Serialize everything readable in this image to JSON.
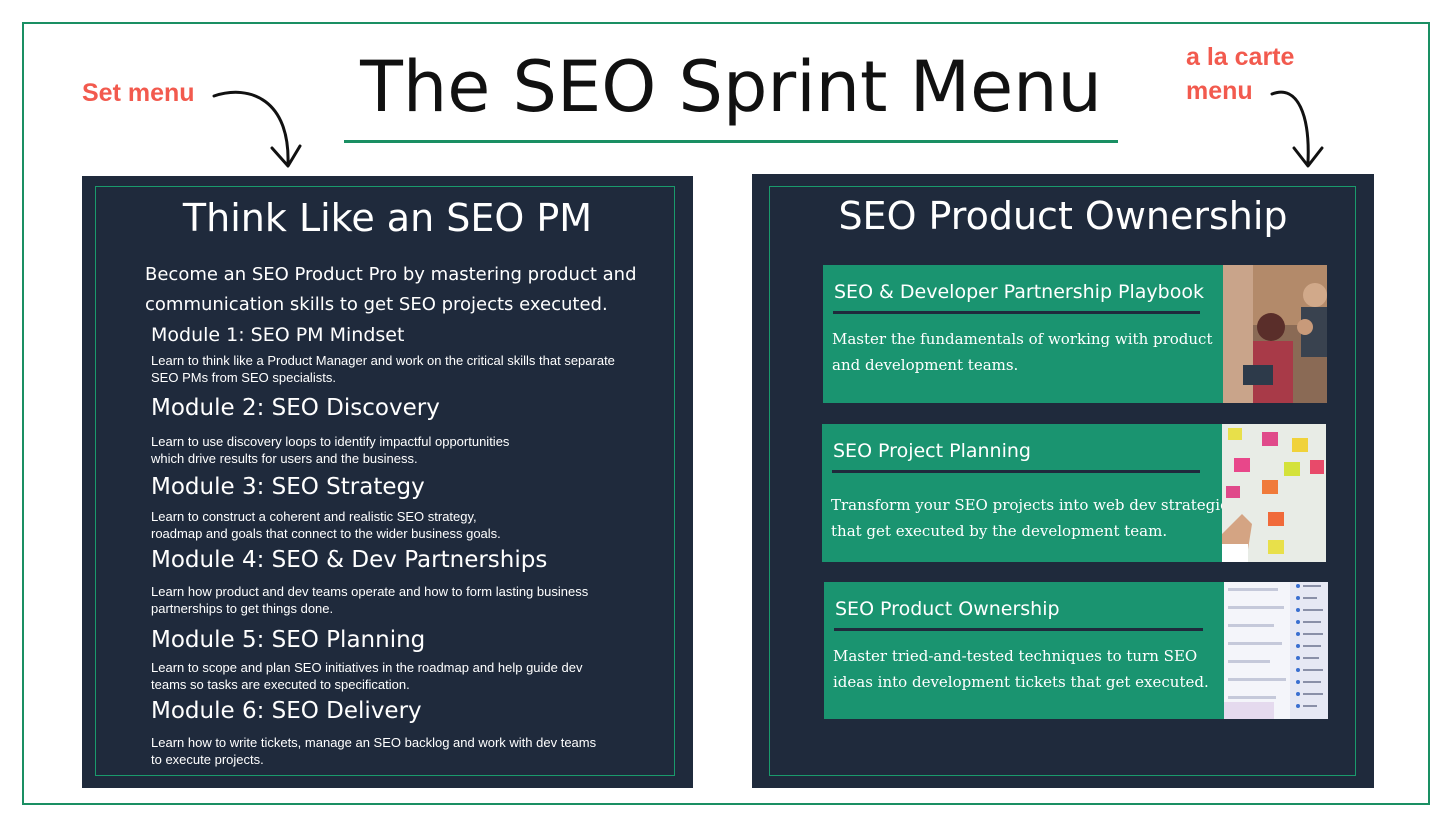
{
  "page": {
    "title": "The SEO Sprint Menu",
    "set_menu_label": "Set menu",
    "a_la_carte_label_line1": "a la carte",
    "a_la_carte_label_line2": "menu",
    "accent_color": "#1a8f63",
    "note_color": "#f25a4e",
    "panel_color": "#1f2a3c"
  },
  "left_panel": {
    "title": "Think Like an SEO PM",
    "intro_line1": "Become an SEO Product Pro by mastering product and",
    "intro_line2": "communication skills to get SEO projects executed.",
    "modules": [
      {
        "title": "Module 1: SEO PM Mindset",
        "desc": "Learn to think like a Product Manager and work on the critical skills that separate\nSEO PMs from SEO specialists."
      },
      {
        "title": "Module 2: SEO Discovery",
        "desc": "Learn to use discovery loops to identify impactful opportunities\nwhich drive results for users and the business."
      },
      {
        "title": "Module 3: SEO Strategy",
        "desc": "Learn to construct a coherent and realistic SEO strategy,\nroadmap and goals that connect to the wider business goals."
      },
      {
        "title": "Module 4: SEO & Dev Partnerships",
        "desc": "Learn how product and dev teams operate and how to form lasting business\npartnerships to get things done."
      },
      {
        "title": "Module 5: SEO Planning",
        "desc": "Learn to scope and plan SEO initiatives in the roadmap and help guide dev\nteams so tasks are executed to specification."
      },
      {
        "title": "Module 6: SEO Delivery",
        "desc": "Learn how to write tickets, manage an SEO backlog and work with dev teams\nto execute projects."
      }
    ]
  },
  "right_panel": {
    "title": "SEO Product Ownership",
    "cards": [
      {
        "title": "SEO & Developer Partnership Playbook",
        "desc_line1": "Master the fundamentals of working with product",
        "desc_line2": "and development teams.",
        "image": "office-team-photo"
      },
      {
        "title": "SEO Project Planning",
        "desc_line1": "Transform your SEO projects into web dev strategies",
        "desc_line2": "that get executed by the development team.",
        "image": "sticky-notes-photo"
      },
      {
        "title": "SEO Product Ownership",
        "desc_line1": "Master tried-and-tested techniques to turn SEO",
        "desc_line2": "ideas into development tickets that get executed.",
        "image": "ticket-list-photo"
      }
    ]
  }
}
